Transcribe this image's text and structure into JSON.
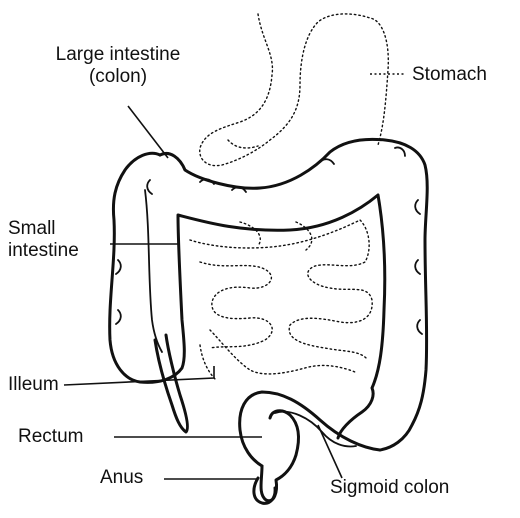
{
  "labels": {
    "large_intestine": "Large intestine",
    "colon": "(colon)",
    "stomach": "Stomach",
    "small": "Small",
    "intestine": "intestine",
    "illeum": "Illeum",
    "rectum": "Rectum",
    "anus": "Anus",
    "sigmoid_colon": "Sigmoid colon"
  }
}
